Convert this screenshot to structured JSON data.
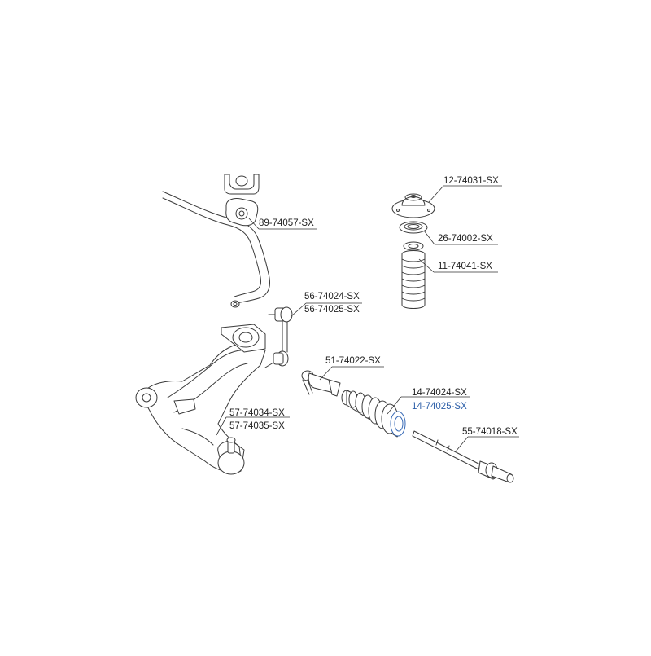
{
  "colors": {
    "line": "#3a3a3a",
    "label": "#222222",
    "highlight": "#2b5ea8"
  },
  "labels": {
    "stabilizer_bushing": "89-74057-SX",
    "strut_mount": "12-74031-SX",
    "bearing": "26-74002-SX",
    "dust_boot": "11-74041-SX",
    "stabilizer_link_a": "56-74024-SX",
    "stabilizer_link_b": "56-74025-SX",
    "tie_rod_end": "51-74022-SX",
    "rack_boot_a": "14-74024-SX",
    "rack_boot_b": "14-74025-SX",
    "control_arm_a": "57-74034-SX",
    "control_arm_b": "57-74035-SX",
    "inner_tie_rod": "55-74018-SX"
  }
}
